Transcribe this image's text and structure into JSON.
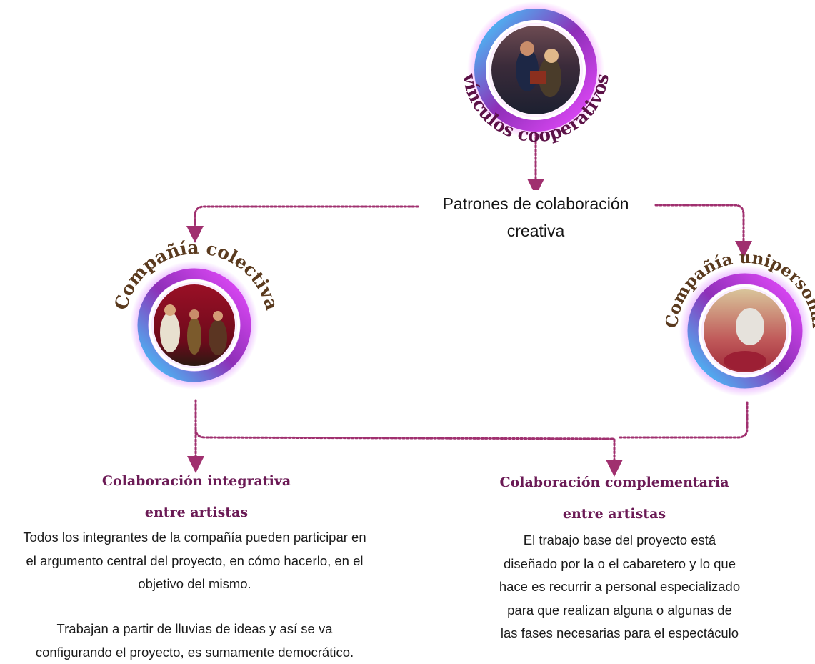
{
  "top_node": {
    "title": "vínculos cooperativos"
  },
  "center_label": {
    "line1": "Patrones de colaboración",
    "line2": "creativa"
  },
  "left_node": {
    "title": "Compañía colectiva"
  },
  "right_node": {
    "title": "Compañía unipersonal"
  },
  "left_section": {
    "heading_line1": "Colaboración integrativa",
    "heading_line2": "entre artistas",
    "paragraph1": [
      "Todos los integrantes de la compañía pueden participar en",
      "el argumento central del proyecto, en cómo hacerlo, en el",
      "objetivo del mismo."
    ],
    "paragraph2": [
      "Trabajan a partir de lluvias de ideas y así se va",
      "configurando el proyecto, es sumamente democrático."
    ]
  },
  "right_section": {
    "heading_line1": "Colaboración complementaria",
    "heading_line2": "entre artistas",
    "paragraph": [
      "El trabajo base del proyecto está",
      "diseñado por la o el cabaretero y lo que",
      "hace es recurrir a personal especializado",
      "para que realizan alguna o algunas de",
      "las fases necesarias para el espectáculo"
    ]
  },
  "colors": {
    "connector": "#a0306f",
    "title_purple": "#5c1147",
    "title_brown": "#5a3a1e",
    "heading": "#6b1a55",
    "ring_outer": "#8e2fb8",
    "ring_glow": "#e94bff"
  }
}
